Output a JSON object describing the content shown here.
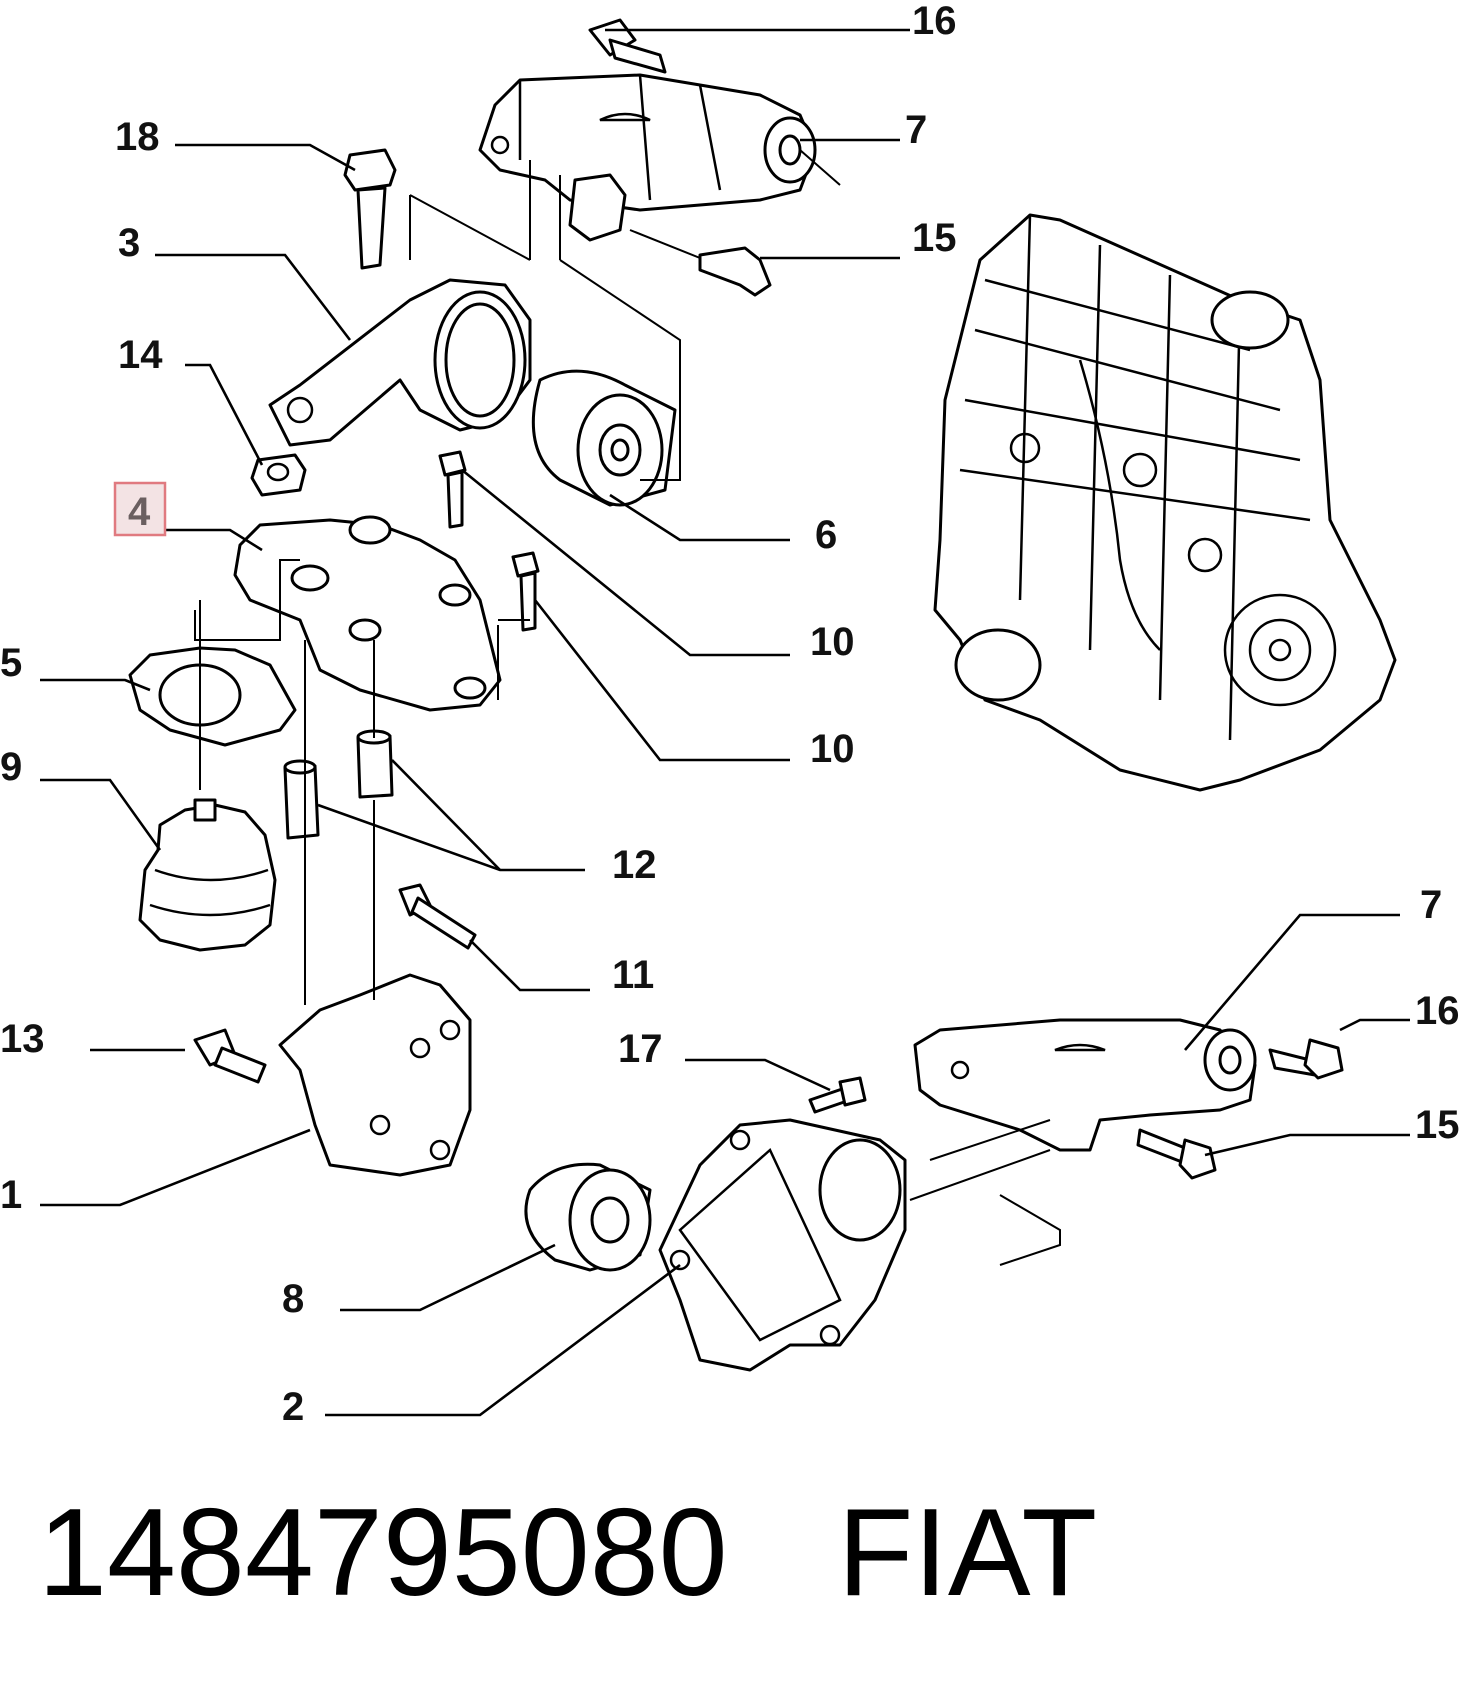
{
  "callouts": {
    "c16a": "16",
    "c7a": "7",
    "c18": "18",
    "c15a": "15",
    "c3": "3",
    "c14": "14",
    "c4": "4",
    "c6": "6",
    "c5": "5",
    "c10a": "10",
    "c10b": "10",
    "c9": "9",
    "c12": "12",
    "c11": "11",
    "c7b": "7",
    "c13": "13",
    "c16b": "16",
    "c17": "17",
    "c15b": "15",
    "c1": "1",
    "c8": "8",
    "c2": "2"
  },
  "highlighted_part": "4",
  "footer": {
    "part_number": "1484795080",
    "brand": "FIAT"
  }
}
